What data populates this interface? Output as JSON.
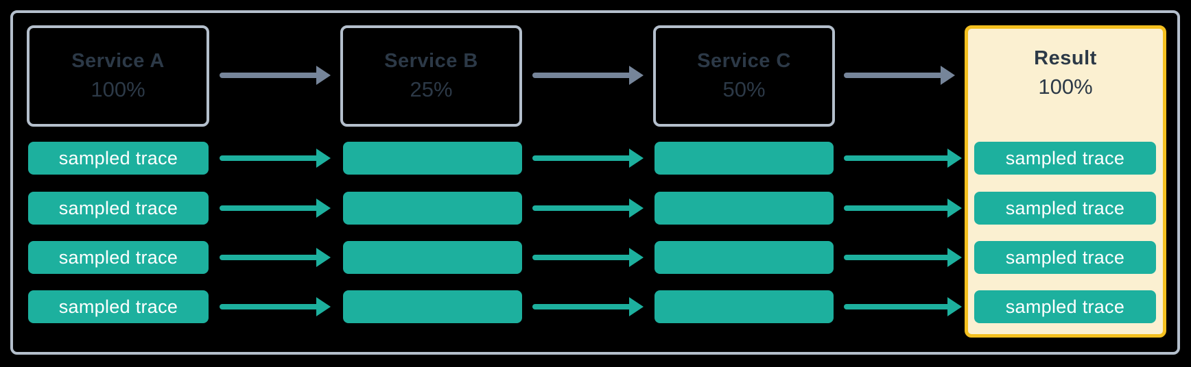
{
  "colors": {
    "teal": "#1db09e",
    "arrow-gray": "#76859a",
    "border-gray": "#b4bfcc",
    "text-dark": "#2c3947",
    "result-fill": "#fbf0d1",
    "result-border": "#f4c01f",
    "trace-text": "#ffffff",
    "background": "#000000"
  },
  "columns": [
    {
      "id": "service-a",
      "title": "Service A",
      "percent": "100%",
      "traces": [
        "sampled trace",
        "sampled trace",
        "sampled trace",
        "sampled trace"
      ]
    },
    {
      "id": "service-b",
      "title": "Service B",
      "percent": "25%",
      "traces": [
        "",
        "",
        "",
        ""
      ]
    },
    {
      "id": "service-c",
      "title": "Service C",
      "percent": "50%",
      "traces": [
        "",
        "",
        "",
        ""
      ]
    },
    {
      "id": "result",
      "title": "Result",
      "percent": "100%",
      "traces": [
        "sampled trace",
        "sampled trace",
        "sampled trace",
        "sampled trace"
      ]
    }
  ]
}
